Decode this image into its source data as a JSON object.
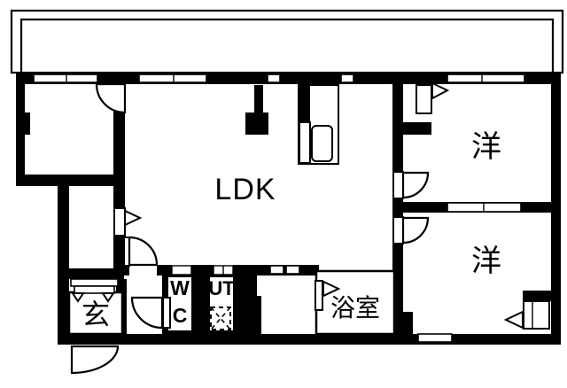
{
  "floorplan": {
    "kind": "japanese-apartment-floor-plan",
    "colors": {
      "wall": "#000000",
      "floor": "#ffffff",
      "outline": "#000000"
    },
    "rooms": {
      "ldk": {
        "label": "LDK"
      },
      "western_top": {
        "label": "洋"
      },
      "western_bottom": {
        "label": "洋"
      },
      "entrance": {
        "label": "玄"
      },
      "wc": {
        "label_line1": "W",
        "label_line2": "C"
      },
      "utility": {
        "label": "UT"
      },
      "bathroom": {
        "label": "浴室"
      }
    }
  }
}
